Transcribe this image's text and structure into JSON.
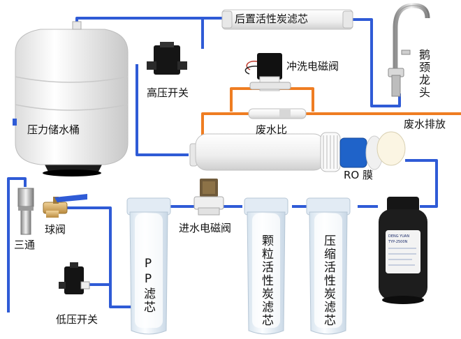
{
  "components": {
    "post_carbon": "后置活性炭滤芯",
    "tank": "压力储水桶",
    "high_switch": "高压开关",
    "flush_valve": "冲洗电磁阀",
    "faucet": "鹅颈龙头",
    "waste_ratio": "废水比",
    "waste_drain": "废水排放",
    "ro_membrane": "RO 膜",
    "ball_valve": "球阀",
    "tee": "三通",
    "inlet_valve": "进水电磁阀",
    "pp_filter": "PP滤芯",
    "granular_carbon": "颗粒活性炭滤芯",
    "compressed_carbon": "压缩活性炭滤芯",
    "low_switch": "低压开关",
    "pump_brand": "DENG YUAN",
    "pump_model": "TYP-2500N"
  },
  "colors": {
    "pipe_blue": "#2f5bd6",
    "pipe_orange": "#ef7d22",
    "housing": "#eef3f8"
  }
}
